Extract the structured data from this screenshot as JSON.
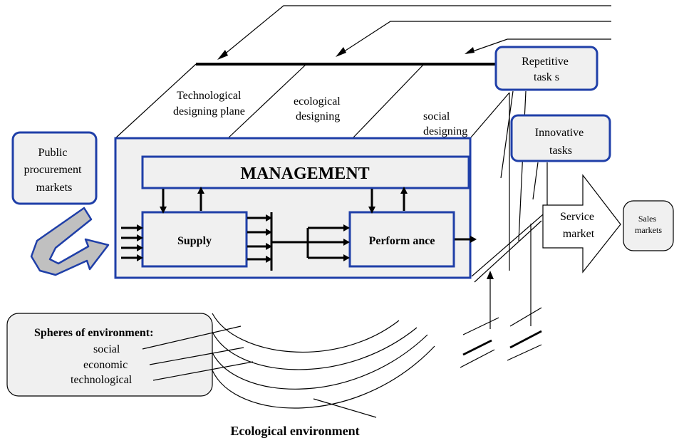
{
  "colors": {
    "frame_blue": "#1f3fa8",
    "box_fill": "#f0f0f0",
    "arrow_fill": "#c0c0c0",
    "line": "#000000"
  },
  "diagram": {
    "planes": {
      "technological_line1": "Technological",
      "technological_line2": "designing plane",
      "ecological_line1": "ecological",
      "ecological_line2": "designing",
      "social_line1": "social",
      "social_line2": "designing"
    },
    "tasks": {
      "repetitive_line1": "Repetitive",
      "repetitive_line2": "task s",
      "innovative_line1": "Innovative",
      "innovative_line2": "tasks"
    },
    "public_procurement": {
      "line1": "Public",
      "line2": "procurement",
      "line3": "markets"
    },
    "management": "MANAGEMENT",
    "supply": "Supply",
    "performance": "Perform ance",
    "service_market": {
      "line1": "Service",
      "line2": "market"
    },
    "sales_markets": {
      "line1": "Sales",
      "line2": "markets"
    },
    "spheres": {
      "title": "Spheres of environment:",
      "items": [
        "social",
        "economic",
        "technological"
      ]
    },
    "ecological_environment": "Ecological environment"
  }
}
